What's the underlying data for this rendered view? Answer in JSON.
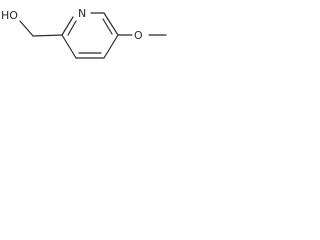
{
  "molecule": {
    "atoms": {
      "hydroxyl": "HO",
      "ring_nitrogen": "N",
      "methoxy_oxygen": "O"
    }
  }
}
